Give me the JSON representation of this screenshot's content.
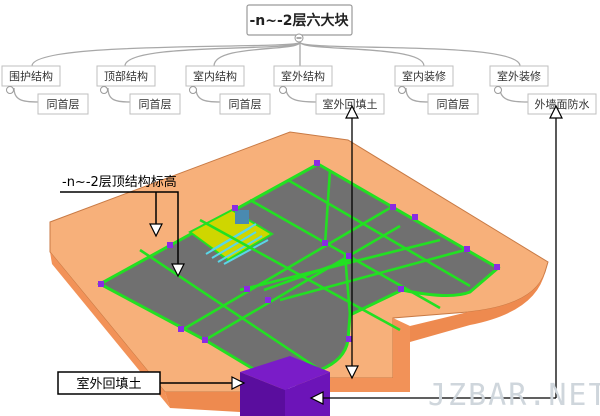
{
  "mindmap": {
    "root": "-n~-2层六大块",
    "branches": [
      {
        "label": "围护结构",
        "child": "同首层"
      },
      {
        "label": "顶部结构",
        "child": "同首层"
      },
      {
        "label": "室内结构",
        "child": "同首层"
      },
      {
        "label": "室外结构",
        "child": "室外回填土"
      },
      {
        "label": "室内装修",
        "child": "同首层"
      },
      {
        "label": "室外装修",
        "child": "外墙面防水"
      }
    ]
  },
  "model": {
    "top_label": "-n~-2层顶结构标高",
    "bottom_label": "室外回填土"
  },
  "watermark": "JZBAR.NET",
  "colors": {
    "edge_orange": "#f5a36b",
    "slab_gray": "#6e6e6e",
    "beam_green": "#22e022",
    "node_purple": "#8a2be2",
    "fill_purple": "#6a0dad"
  },
  "icons": [
    "collapse-toggle-icon",
    "arrow-down-icon",
    "arrow-up-icon"
  ]
}
